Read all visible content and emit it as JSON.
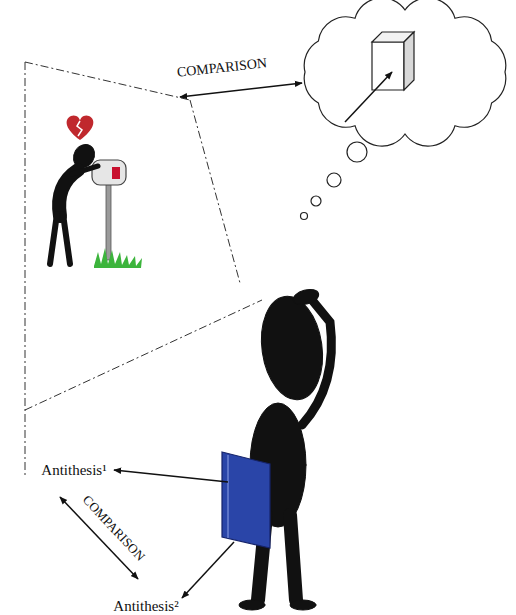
{
  "diagram": {
    "labels": [
      "COMPARISON",
      "COMPARISON",
      "Antithesis¹",
      "Antithesis²"
    ]
  }
}
